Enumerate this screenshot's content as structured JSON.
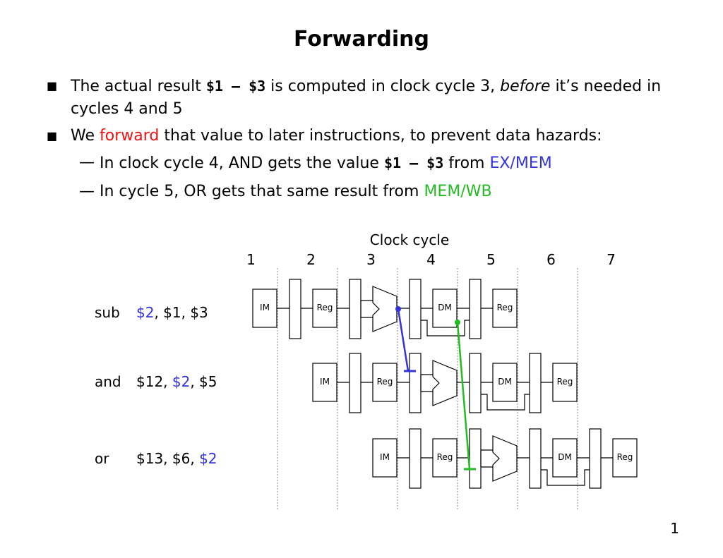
{
  "slide": {
    "title": "Forwarding",
    "page_number": "1",
    "bullets": [
      {
        "parts": [
          {
            "text": "The actual result ",
            "style": "normal"
          },
          {
            "text": "$1 – $3",
            "style": "mono"
          },
          {
            "text": " is computed in clock cycle 3, ",
            "style": "normal"
          },
          {
            "text": "before",
            "style": "italic"
          },
          {
            "text": " it’s needed in cycles 4 and 5",
            "style": "normal"
          }
        ]
      },
      {
        "parts": [
          {
            "text": "We ",
            "style": "normal"
          },
          {
            "text": "forward",
            "style": "red"
          },
          {
            "text": " that value to later instructions, to prevent data hazards:",
            "style": "normal"
          }
        ]
      }
    ],
    "sub_bullets": [
      {
        "parts": [
          {
            "text": "In clock cycle 4, AND gets the value ",
            "style": "normal"
          },
          {
            "text": "$1 – $3",
            "style": "mono"
          },
          {
            "text": " from ",
            "style": "normal"
          },
          {
            "text": "EX/MEM",
            "style": "blue"
          }
        ]
      },
      {
        "parts": [
          {
            "text": "In cycle 5, OR gets that same result from ",
            "style": "normal"
          },
          {
            "text": "MEM/WB",
            "style": "green"
          }
        ]
      }
    ]
  },
  "diagram": {
    "axis_label": "Clock cycle",
    "cycles": [
      "1",
      "2",
      "3",
      "4",
      "5",
      "6",
      "7"
    ],
    "instructions": [
      {
        "op": "sub",
        "operands": [
          {
            "text": "$2",
            "hl": true
          },
          {
            "text": ", $1, $3",
            "hl": false
          }
        ]
      },
      {
        "op": "and",
        "operands": [
          {
            "text": "$12, ",
            "hl": false
          },
          {
            "text": "$2",
            "hl": true
          },
          {
            "text": ", $5",
            "hl": false
          }
        ]
      },
      {
        "op": "or",
        "operands": [
          {
            "text": "$13, $6, ",
            "hl": false
          },
          {
            "text": "$2",
            "hl": true
          }
        ]
      }
    ],
    "stage_labels": {
      "im": "IM",
      "reg": "Reg",
      "dm": "DM"
    },
    "forwarding": [
      {
        "from_instruction": 0,
        "to_instruction": 1,
        "register": "EX/MEM",
        "color": "#3333dd"
      },
      {
        "from_instruction": 0,
        "to_instruction": 2,
        "register": "MEM/WB",
        "color": "#22bb22"
      }
    ]
  },
  "colors": {
    "red": "#ee1111",
    "blue": "#3333dd",
    "green": "#22bb22",
    "register_highlight": "#3333dd"
  }
}
